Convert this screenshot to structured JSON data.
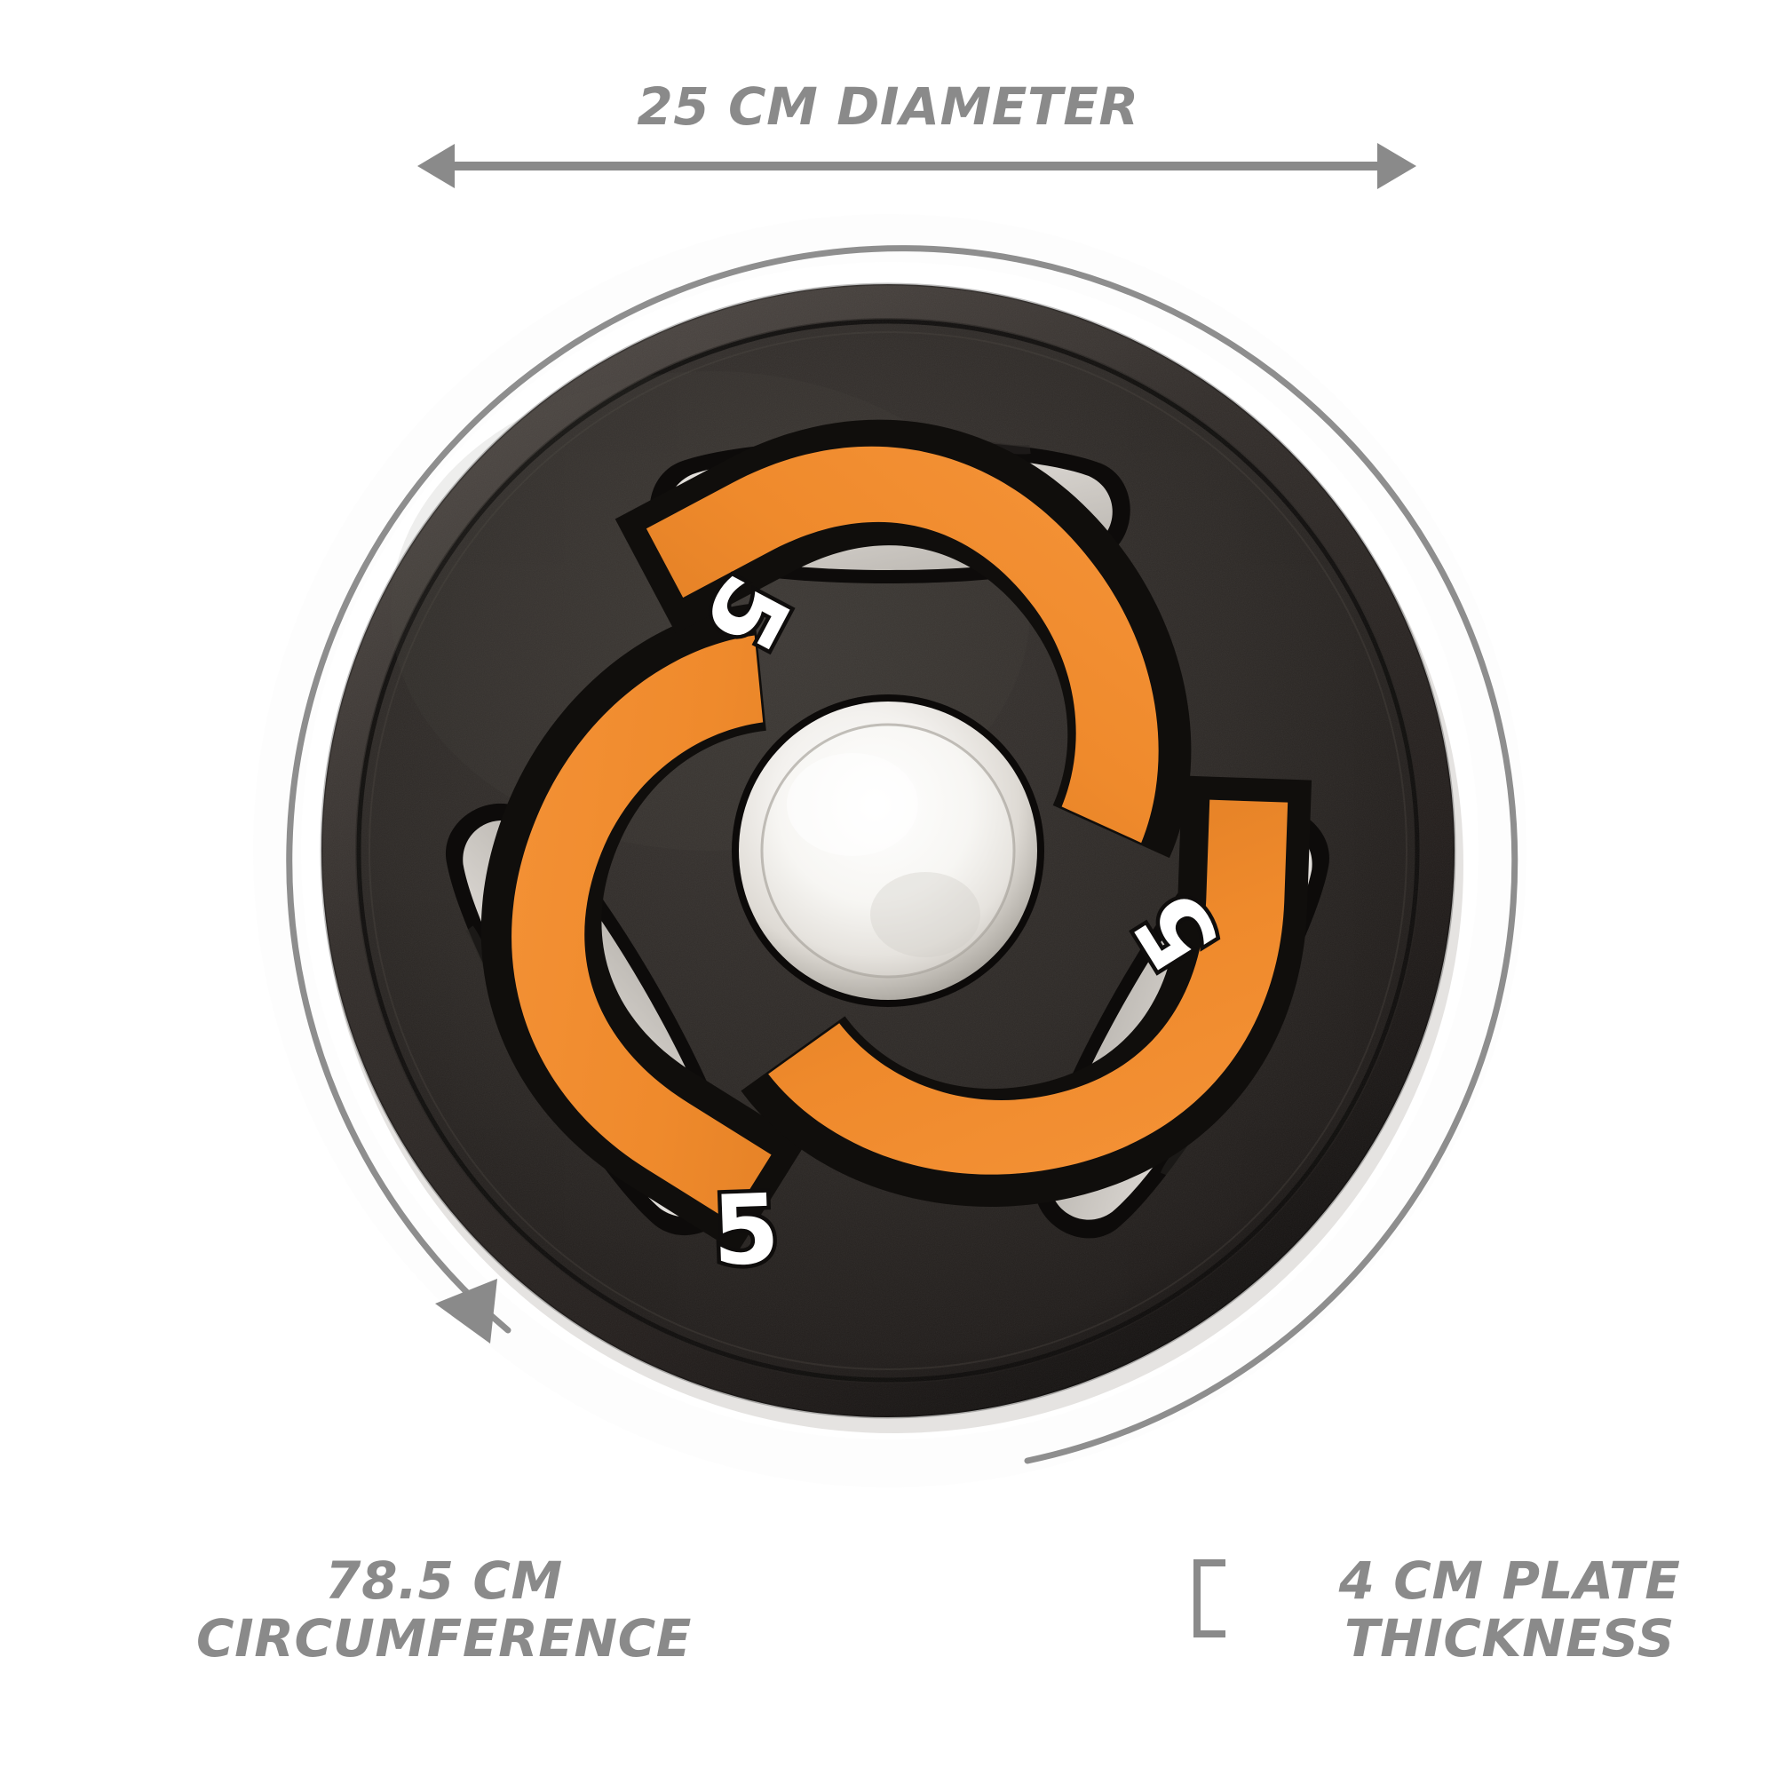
{
  "page": {
    "title": "Weight Plate Dimension Infographic",
    "background_color": "#ffffff"
  },
  "colors": {
    "label_gray": "#8a8a8a",
    "arc_gray": "#8e8e8e",
    "plate_black": "#2b2725",
    "plate_black_edge": "#15130f",
    "accent_orange": "#f08a2e",
    "accent_orange_dark": "#dd7a22",
    "chrome_light": "#f2f0ed",
    "chrome_ring": "#b9b6b0",
    "grip_light": "#d9d6d1"
  },
  "dimensions": {
    "diameter": {
      "label": "25 CM DIAMETER",
      "value": 25,
      "unit": "cm",
      "measure": "diameter",
      "annotation": "double-headed-horizontal-arrow"
    },
    "circumference": {
      "label_line1": "78.5 CM",
      "label_line2": "CIRCUMFERENCE",
      "value": 78.5,
      "unit": "cm",
      "measure": "circumference",
      "annotation": "curved-arc-arrow"
    },
    "thickness": {
      "label_line1": "4 CM PLATE",
      "label_line2": "THICKNESS",
      "value": 4,
      "unit": "cm",
      "measure": "thickness",
      "annotation": "left-bracket"
    }
  },
  "product": {
    "type": "olympic-weight-plate",
    "weight_marking": "5",
    "weight_markings": [
      "5",
      "5",
      "5"
    ],
    "grip_handle_count": 3,
    "orange_swoosh_count": 3,
    "center_hub": "chrome-collar"
  }
}
